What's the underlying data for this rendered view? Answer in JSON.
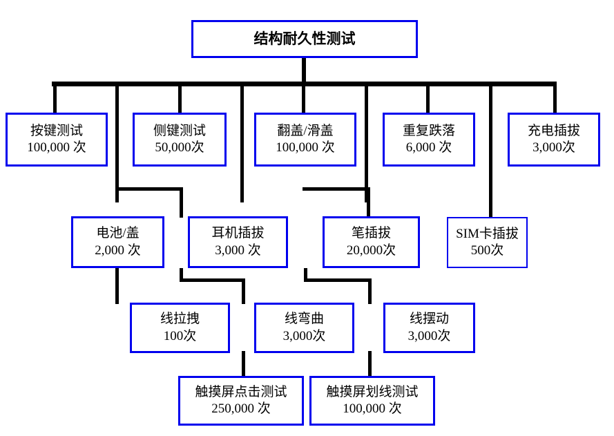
{
  "diagram": {
    "title_text": "结构耐久性测试",
    "colors": {
      "box_border": "#0000ee",
      "connector": "#000000",
      "background": "#ffffff",
      "text": "#000000"
    },
    "root": {
      "label": "结构耐久性测试"
    },
    "level2": [
      {
        "label": "按键测试",
        "count": "100,000 次"
      },
      {
        "label": "侧键测试",
        "count": "50,000次"
      },
      {
        "label": "翻盖/滑盖",
        "count": "100,000 次"
      },
      {
        "label": "重复跌落",
        "count": "6,000 次"
      },
      {
        "label": "充电插拔",
        "count": "3,000次"
      }
    ],
    "level3": [
      {
        "label": "电池/盖",
        "count": "2,000 次"
      },
      {
        "label": "耳机插拔",
        "count": "3,000 次"
      },
      {
        "label": "笔插拔",
        "count": "20,000次"
      },
      {
        "label": "SIM卡插拔",
        "count": "500次"
      }
    ],
    "level4": [
      {
        "label": "线拉拽",
        "count": "100次"
      },
      {
        "label": "线弯曲",
        "count": "3,000次"
      },
      {
        "label": "线摆动",
        "count": "3,000次"
      }
    ],
    "level5": [
      {
        "label": "触摸屏点击测试",
        "count": "250,000 次"
      },
      {
        "label": "触摸屏划线测试",
        "count": "100,000 次"
      }
    ]
  }
}
